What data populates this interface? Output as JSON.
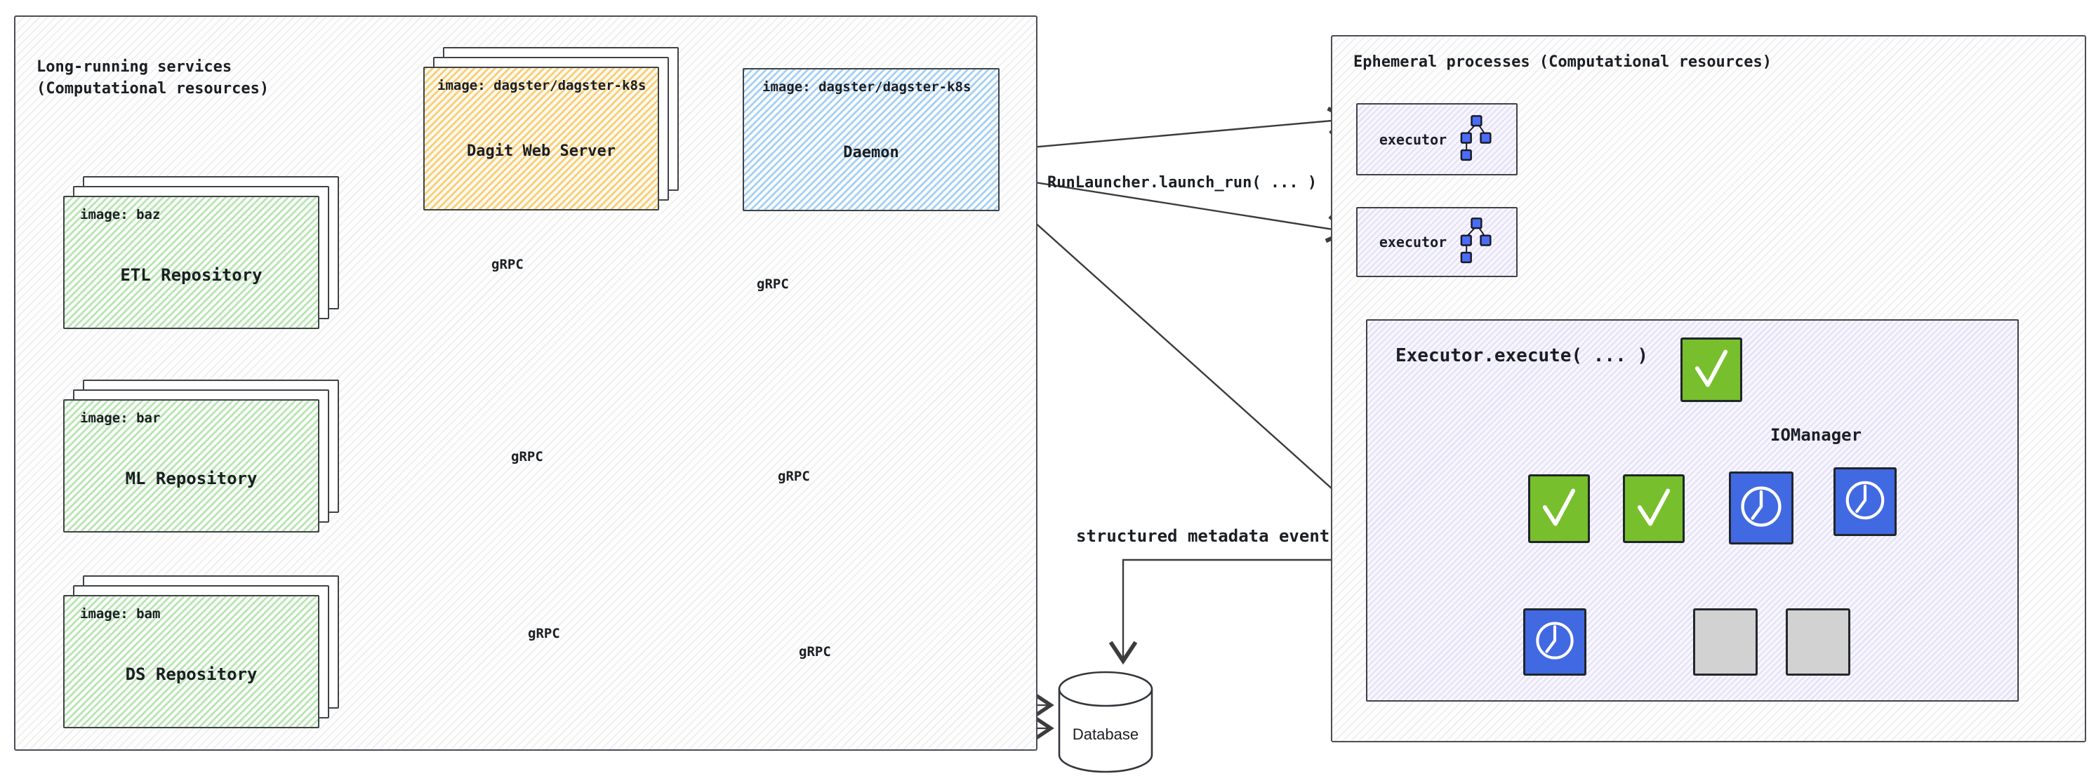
{
  "left_panel": {
    "title_line1": "Long-running services",
    "title_line2": "(Computational resources)",
    "dagit": {
      "image_label": "image: dagster/dagster-k8s",
      "name": "Dagit Web Server"
    },
    "daemon": {
      "image_label": "image: dagster/dagster-k8s",
      "name": "Daemon"
    },
    "repositories": [
      {
        "image_label": "image: baz",
        "name": "ETL Repository"
      },
      {
        "image_label": "image: bar",
        "name": "ML Repository"
      },
      {
        "image_label": "image: bam",
        "name": "DS Repository"
      }
    ],
    "grpc_label": "gRPC"
  },
  "right_panel": {
    "title": "Ephemeral processes (Computational resources)",
    "executor_boxes": [
      {
        "label": "executor",
        "icon": "mini-dag-icon"
      },
      {
        "label": "executor",
        "icon": "mini-dag-icon"
      }
    ],
    "execute_box": {
      "title": "Executor.execute( ... )",
      "iomanager_label": "IOManager",
      "dag_nodes": [
        {
          "id": "root",
          "state": "success",
          "icon": "check-icon"
        },
        {
          "id": "child-1",
          "state": "success",
          "icon": "check-icon"
        },
        {
          "id": "child-2",
          "state": "success",
          "icon": "check-icon"
        },
        {
          "id": "child-3",
          "state": "running",
          "icon": "clock-icon"
        },
        {
          "id": "child-4-iomanager",
          "state": "running",
          "icon": "clock-icon"
        },
        {
          "id": "grandchild-1",
          "state": "running",
          "icon": "clock-icon"
        },
        {
          "id": "grandchild-2",
          "state": "pending",
          "icon": "blank"
        },
        {
          "id": "grandchild-3",
          "state": "pending",
          "icon": "blank"
        }
      ]
    }
  },
  "labels": {
    "run_launcher": "RunLauncher.launch_run( ... )",
    "metadata_events": "structured metadata events"
  },
  "database": {
    "label": "Database"
  },
  "colors": {
    "dagit_fill": "#F9D889",
    "daemon_fill": "#A6CFF0",
    "repo_fill": "#B2E5AE",
    "success_green": "#77BF2C",
    "running_blue": "#4169E1",
    "pending_gray": "#D2D2D2",
    "executor_node_blue": "#4A6CF7",
    "lavender_fill": "#ECE9F8",
    "stroke": "#3C3C3C"
  }
}
